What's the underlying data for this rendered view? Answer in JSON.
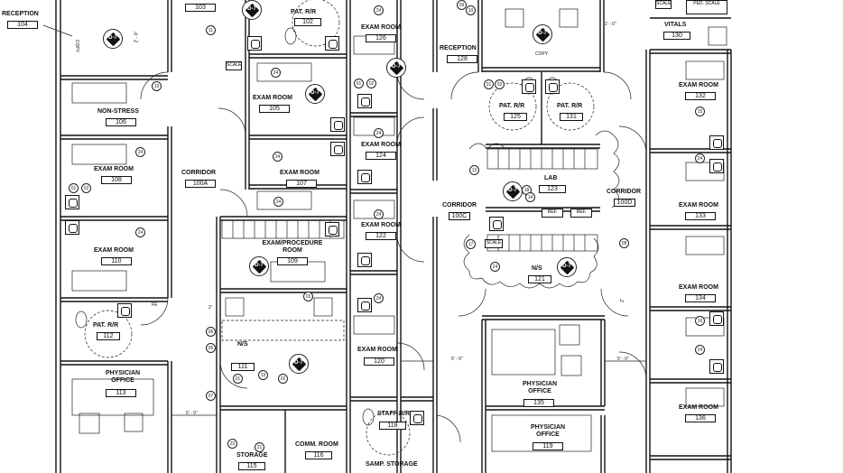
{
  "rooms": [
    {
      "label": "RECEPTION",
      "num": "104"
    },
    {
      "label": "",
      "num": "103"
    },
    {
      "label": "PAT. R/R",
      "num": "102"
    },
    {
      "label": "NON-STRESS",
      "num": "106"
    },
    {
      "label": "EXAM ROOM",
      "num": "105"
    },
    {
      "label": "EXAM ROOM",
      "num": "108"
    },
    {
      "label": "CORRIDOR",
      "num": "100A"
    },
    {
      "label": "EXAM ROOM",
      "num": "107"
    },
    {
      "label": "EXAM/PROCEDURE ROOM",
      "num": "109"
    },
    {
      "label": "EXAM ROOM",
      "num": "110"
    },
    {
      "label": "PAT. R/R",
      "num": "112"
    },
    {
      "label": "N/S",
      "num": "111"
    },
    {
      "label": "PHYSICIAN OFFICE",
      "num": "113"
    },
    {
      "label": "STORAGE",
      "num": "115"
    },
    {
      "label": "COMM. ROOM",
      "num": "116"
    },
    {
      "label": "EXAM ROOM",
      "num": "126"
    },
    {
      "label": "EXAM ROOM",
      "num": "124"
    },
    {
      "label": "EXAM ROOM",
      "num": "122"
    },
    {
      "label": "EXAM ROOM",
      "num": "120"
    },
    {
      "label": "STAFF R/R",
      "num": "118"
    },
    {
      "label": "PHYSICIAN OFFICE",
      "num": "119"
    },
    {
      "label": "SAMP. STORAGE",
      "num": ""
    },
    {
      "label": "RECEPTION",
      "num": "128"
    },
    {
      "label": "PAT. R/R",
      "num": "125"
    },
    {
      "label": "PAT. R/R",
      "num": "131"
    },
    {
      "label": "LAB",
      "num": "123"
    },
    {
      "label": "CORRIDOR",
      "num": "100C"
    },
    {
      "label": "N/S",
      "num": "121"
    },
    {
      "label": "CORRIDOR",
      "num": "100D"
    },
    {
      "label": "PHYSICIAN OFFICE",
      "num": "135"
    },
    {
      "label": "VITALS",
      "num": "130"
    },
    {
      "label": "EXAM ROOM",
      "num": "132"
    },
    {
      "label": "EXAM ROOM",
      "num": "133"
    },
    {
      "label": "EXAM ROOM",
      "num": "134"
    },
    {
      "label": "EXAM ROOM",
      "num": "136"
    }
  ],
  "small_labels": [
    "SCALE",
    "SCALE",
    "REF.",
    "REF.",
    "COPY",
    "COPY",
    "FE",
    "PED. SCALE",
    "SCALE"
  ],
  "dimensions": [
    "5' - 0\"",
    "5' - 0\"",
    "5' - 0\"",
    "1' - 0\"",
    "2' - 0\"",
    "2'",
    "2'"
  ],
  "symbols": [
    "D-7",
    "D-7",
    "D-7",
    "D-7",
    "D-7",
    "D-7",
    "D-7",
    "D-7",
    "D-7"
  ],
  "tags": [
    "24",
    "24",
    "24",
    "24",
    "24",
    "24",
    "24",
    "24",
    "24",
    "24",
    "24",
    "24",
    "01",
    "02",
    "01",
    "02",
    "01",
    "02",
    "03",
    "01",
    "02",
    "12",
    "17",
    "19",
    "22",
    "23",
    "18",
    "14",
    "15",
    "16",
    "05",
    "06",
    "07",
    "08",
    "09",
    "10",
    "11",
    "21",
    "13"
  ]
}
